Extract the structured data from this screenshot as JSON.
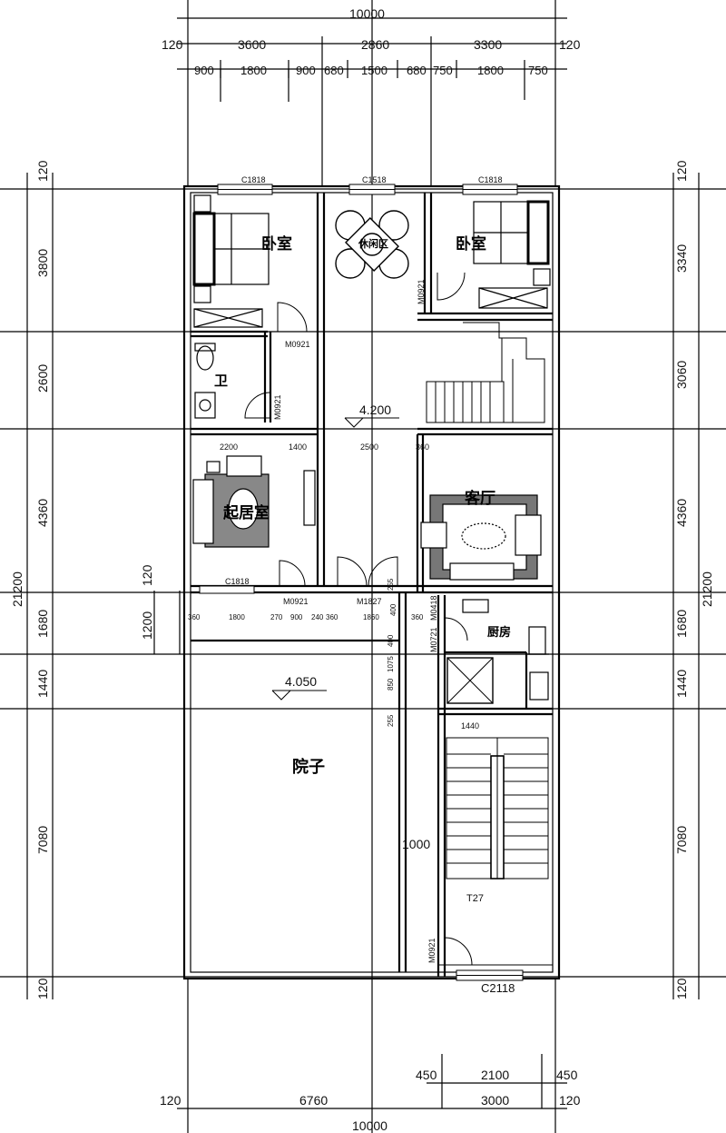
{
  "dims_top": {
    "overall": "10000",
    "wall_left": "120",
    "wall_right": "120",
    "bays": [
      "3600",
      "2860",
      "3300"
    ],
    "sub": [
      "900",
      "1800",
      "900",
      "680",
      "1500",
      "680",
      "750",
      "1800",
      "750"
    ]
  },
  "dims_bottom": {
    "overall": "10000",
    "wall_left": "120",
    "wall_right": "120",
    "left_bay": "6760",
    "right_bay": "3000",
    "sub_left": "450",
    "sub_mid": "2100",
    "sub_right": "450"
  },
  "dims_left": {
    "total": "21200",
    "segments": [
      "120",
      "3800",
      "2600",
      "4360",
      "1680",
      "1440",
      "7080",
      "120"
    ],
    "inner_120": "120",
    "inner_1200": "1200"
  },
  "dims_right": {
    "total": "21200",
    "segments": [
      "120",
      "3340",
      "3060",
      "4360",
      "1680",
      "1440",
      "7080",
      "120"
    ]
  },
  "rooms": {
    "bedroom_left": "卧室",
    "bedroom_right": "卧室",
    "leisure": "休闲区",
    "bath": "卫",
    "living_left": "起居室",
    "living_right": "客厅",
    "kitchen": "厨房",
    "courtyard": "院子"
  },
  "tags": {
    "c1818_a": "C1818",
    "c1518": "C1518",
    "c1818_b": "C1818",
    "c1818_c": "C1818",
    "m0921_a": "M0921",
    "m0921_b": "M0921",
    "m0921_c": "M0921",
    "m0921_d": "M0921",
    "m0921_e": "M0921",
    "m1827": "M1827",
    "m0721": "M0721",
    "m0418": "M0418",
    "c2118": "C2118",
    "t27": "T27"
  },
  "levels": {
    "upper": "4.200",
    "lower": "4.050"
  },
  "interior_dims": {
    "r1": [
      "2200",
      "1400",
      "2500",
      "360"
    ],
    "r2": [
      "360",
      "1800",
      "270",
      "900",
      "240",
      "360",
      "1860",
      "400",
      "360"
    ],
    "stair_width": "1440",
    "yard_side": "1000",
    "v_small": [
      "255",
      "400",
      "1075",
      "850",
      "255"
    ]
  }
}
